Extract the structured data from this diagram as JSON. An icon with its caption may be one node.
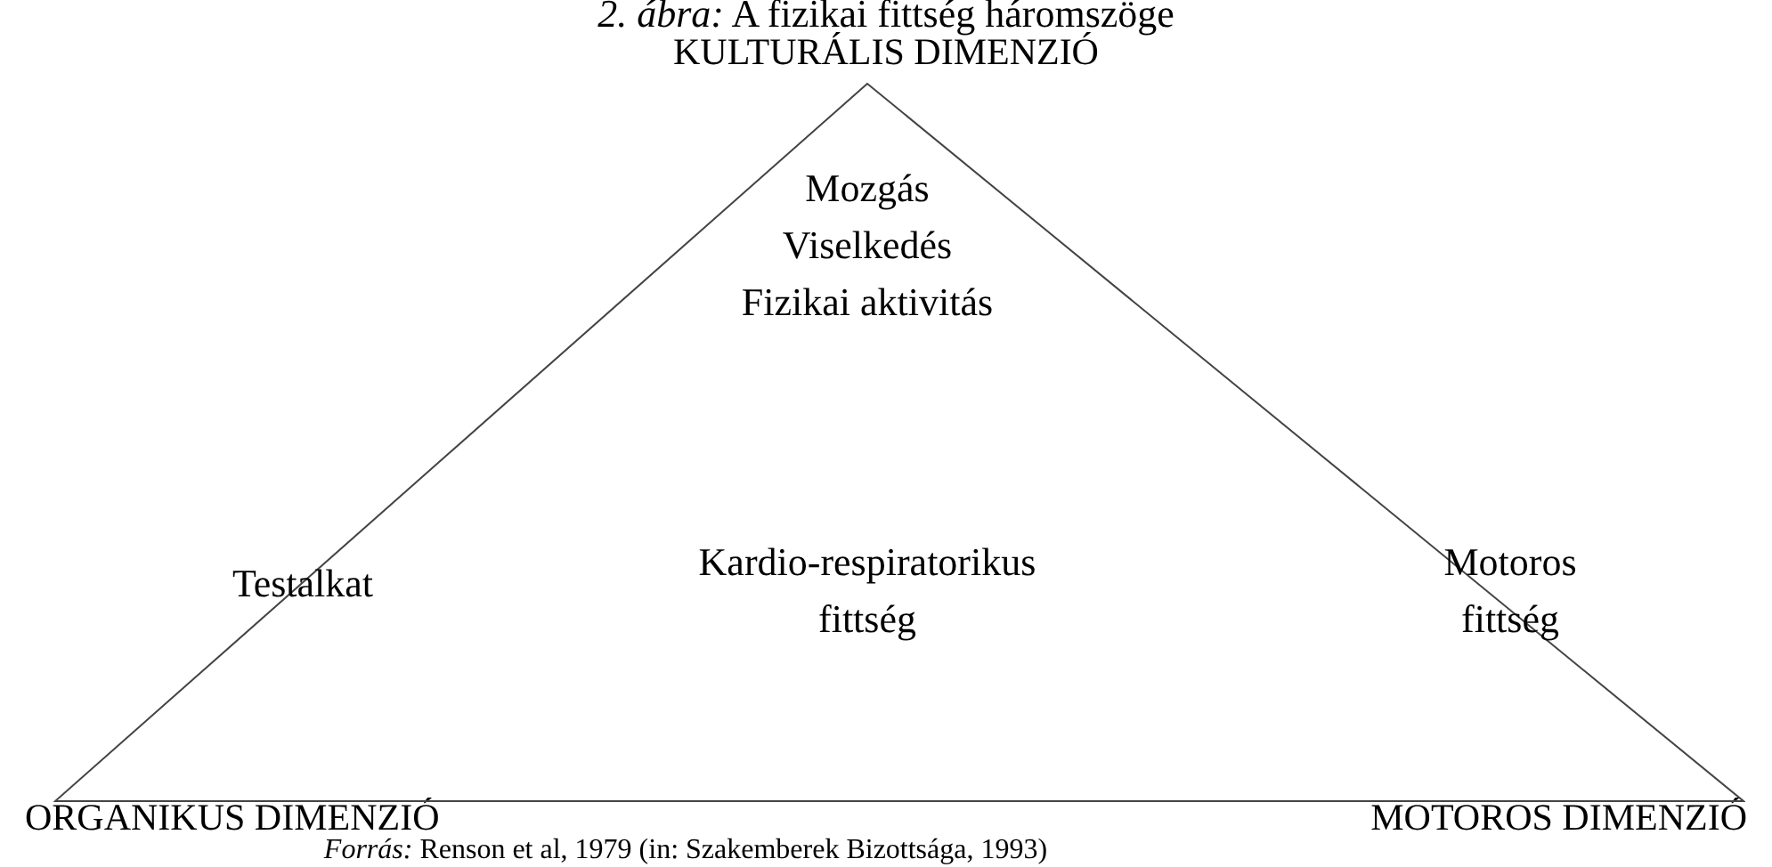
{
  "diagram": {
    "title": "*2. ábra:* A fizikai fittség háromszöge",
    "caption": "*Forrás:* Renson et al, 1979 (in: Szakemberek Bizottsága, 1993)",
    "nodes": [
      {
        "text": [
          "Mozgás",
          "Viselkedés",
          "Fizikai aktivitás",
          "Testalkat",
          "Kardio-respiratorikus fittség",
          "Motoros fittség"
        ]
      }
    ],
    "labels": [
      "KULTURÁLIS DIMENZIÓ",
      "ORGANIKUS DIMENZIÓ",
      "MOTOROS DIMENZIÓ"
    ]
  }
}
